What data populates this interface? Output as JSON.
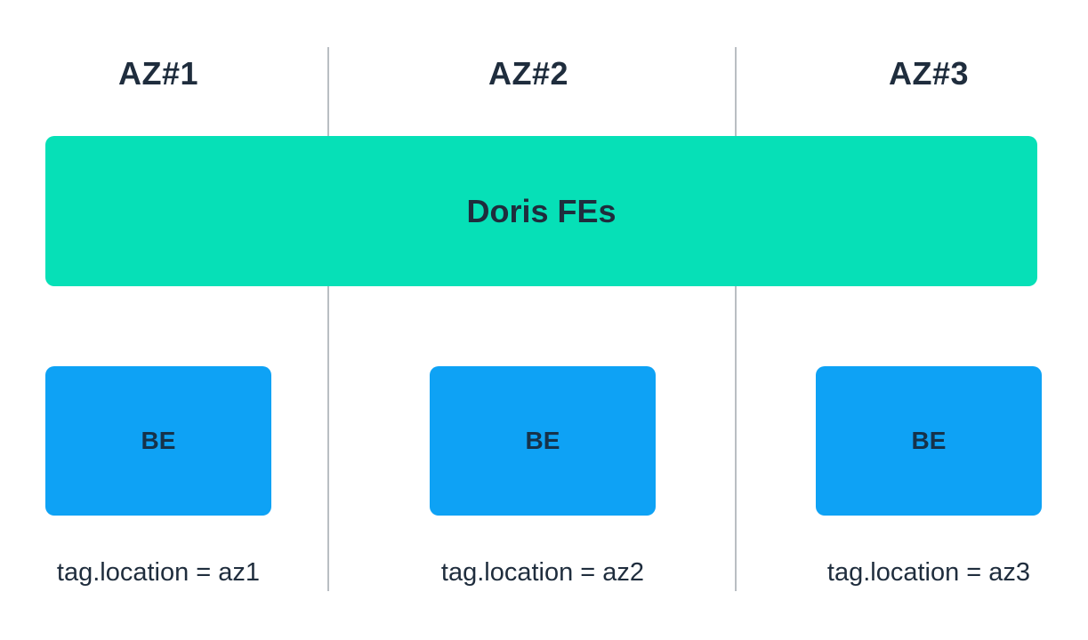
{
  "zones": [
    {
      "title": "AZ#1",
      "be_label": "BE",
      "tag": "tag.location = az1"
    },
    {
      "title": "AZ#2",
      "be_label": "BE",
      "tag": "tag.location = az2"
    },
    {
      "title": "AZ#3",
      "be_label": "BE",
      "tag": "tag.location = az3"
    }
  ],
  "fe": {
    "label": "Doris FEs"
  },
  "colors": {
    "fe_fill": "#06e0b7",
    "be_fill": "#0ea2f5",
    "divider": "#b9bec3",
    "text": "#1f2d3d"
  }
}
